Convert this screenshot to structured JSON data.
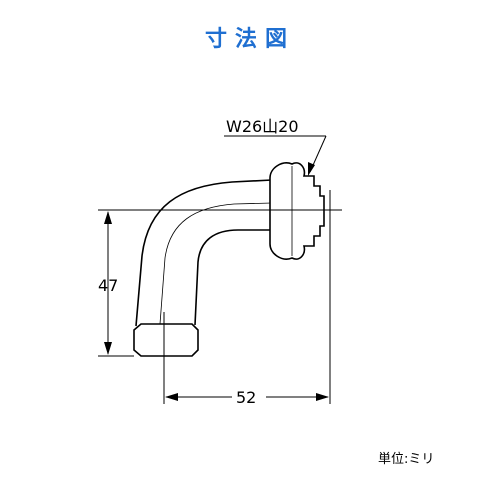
{
  "title": "寸法図",
  "thread_label": "W26山20",
  "dimensions": {
    "height": "47",
    "width": "52"
  },
  "unit_label": "単位:ミリ",
  "colors": {
    "title": "#1f6fd1",
    "line": "#000000",
    "background": "#ffffff"
  }
}
